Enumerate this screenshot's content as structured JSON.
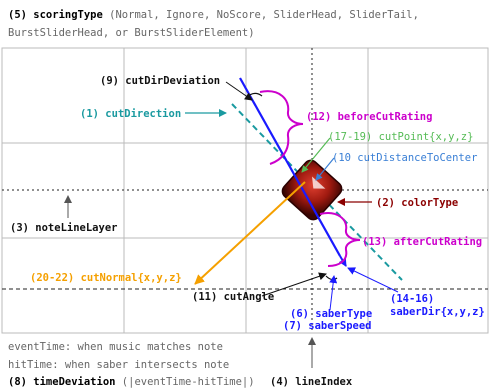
{
  "header": {
    "scoring_label": "(5) scoringType",
    "scoring_values_line1": "(Normal, Ignore, NoScore, SliderHead, SliderTail,",
    "scoring_values_line2": "BurstSliderHead, or BurstSliderElement)"
  },
  "labels": {
    "cut_dir_deviation": "(9) cutDirDeviation",
    "cut_direction": "(1) cutDirection",
    "before_cut_rating": "(12) beforeCutRating",
    "cut_point": "(17-19) cutPoint{x,y,z}",
    "cut_distance_to_center": "(10 cutDistanceToCenter",
    "note_line_layer": "(3) noteLineLayer",
    "color_type": "(2) colorType",
    "after_cut_rating": "(13) afterCutRating",
    "cut_normal": "(20-22) cutNormal{x,y,z}",
    "cut_angle": "(11) cutAngle",
    "saber_dir": "(14-16)\nsaberDir{x,y,z}",
    "saber_type": "(6) saberType",
    "saber_speed": "(7) saberSpeed",
    "line_index": "(4) lineIndex"
  },
  "footer": {
    "event_time": "eventTime: when music matches note",
    "hit_time": "hitTime: when saber intersects note",
    "time_deviation_label": "(8) timeDeviation",
    "time_deviation_formula": "(|eventTime-hitTime|)"
  },
  "colors": {
    "cut_direction": "#1a9aa0",
    "saber": "#1a1aff",
    "rating": "#cc00cc",
    "cut_point": "#55bb55",
    "distance": "#3a7fd5",
    "color_type": "#8b0000",
    "cut_normal": "#f5a000",
    "grid": "#bbbbbb",
    "note_red": "#a01a10"
  }
}
